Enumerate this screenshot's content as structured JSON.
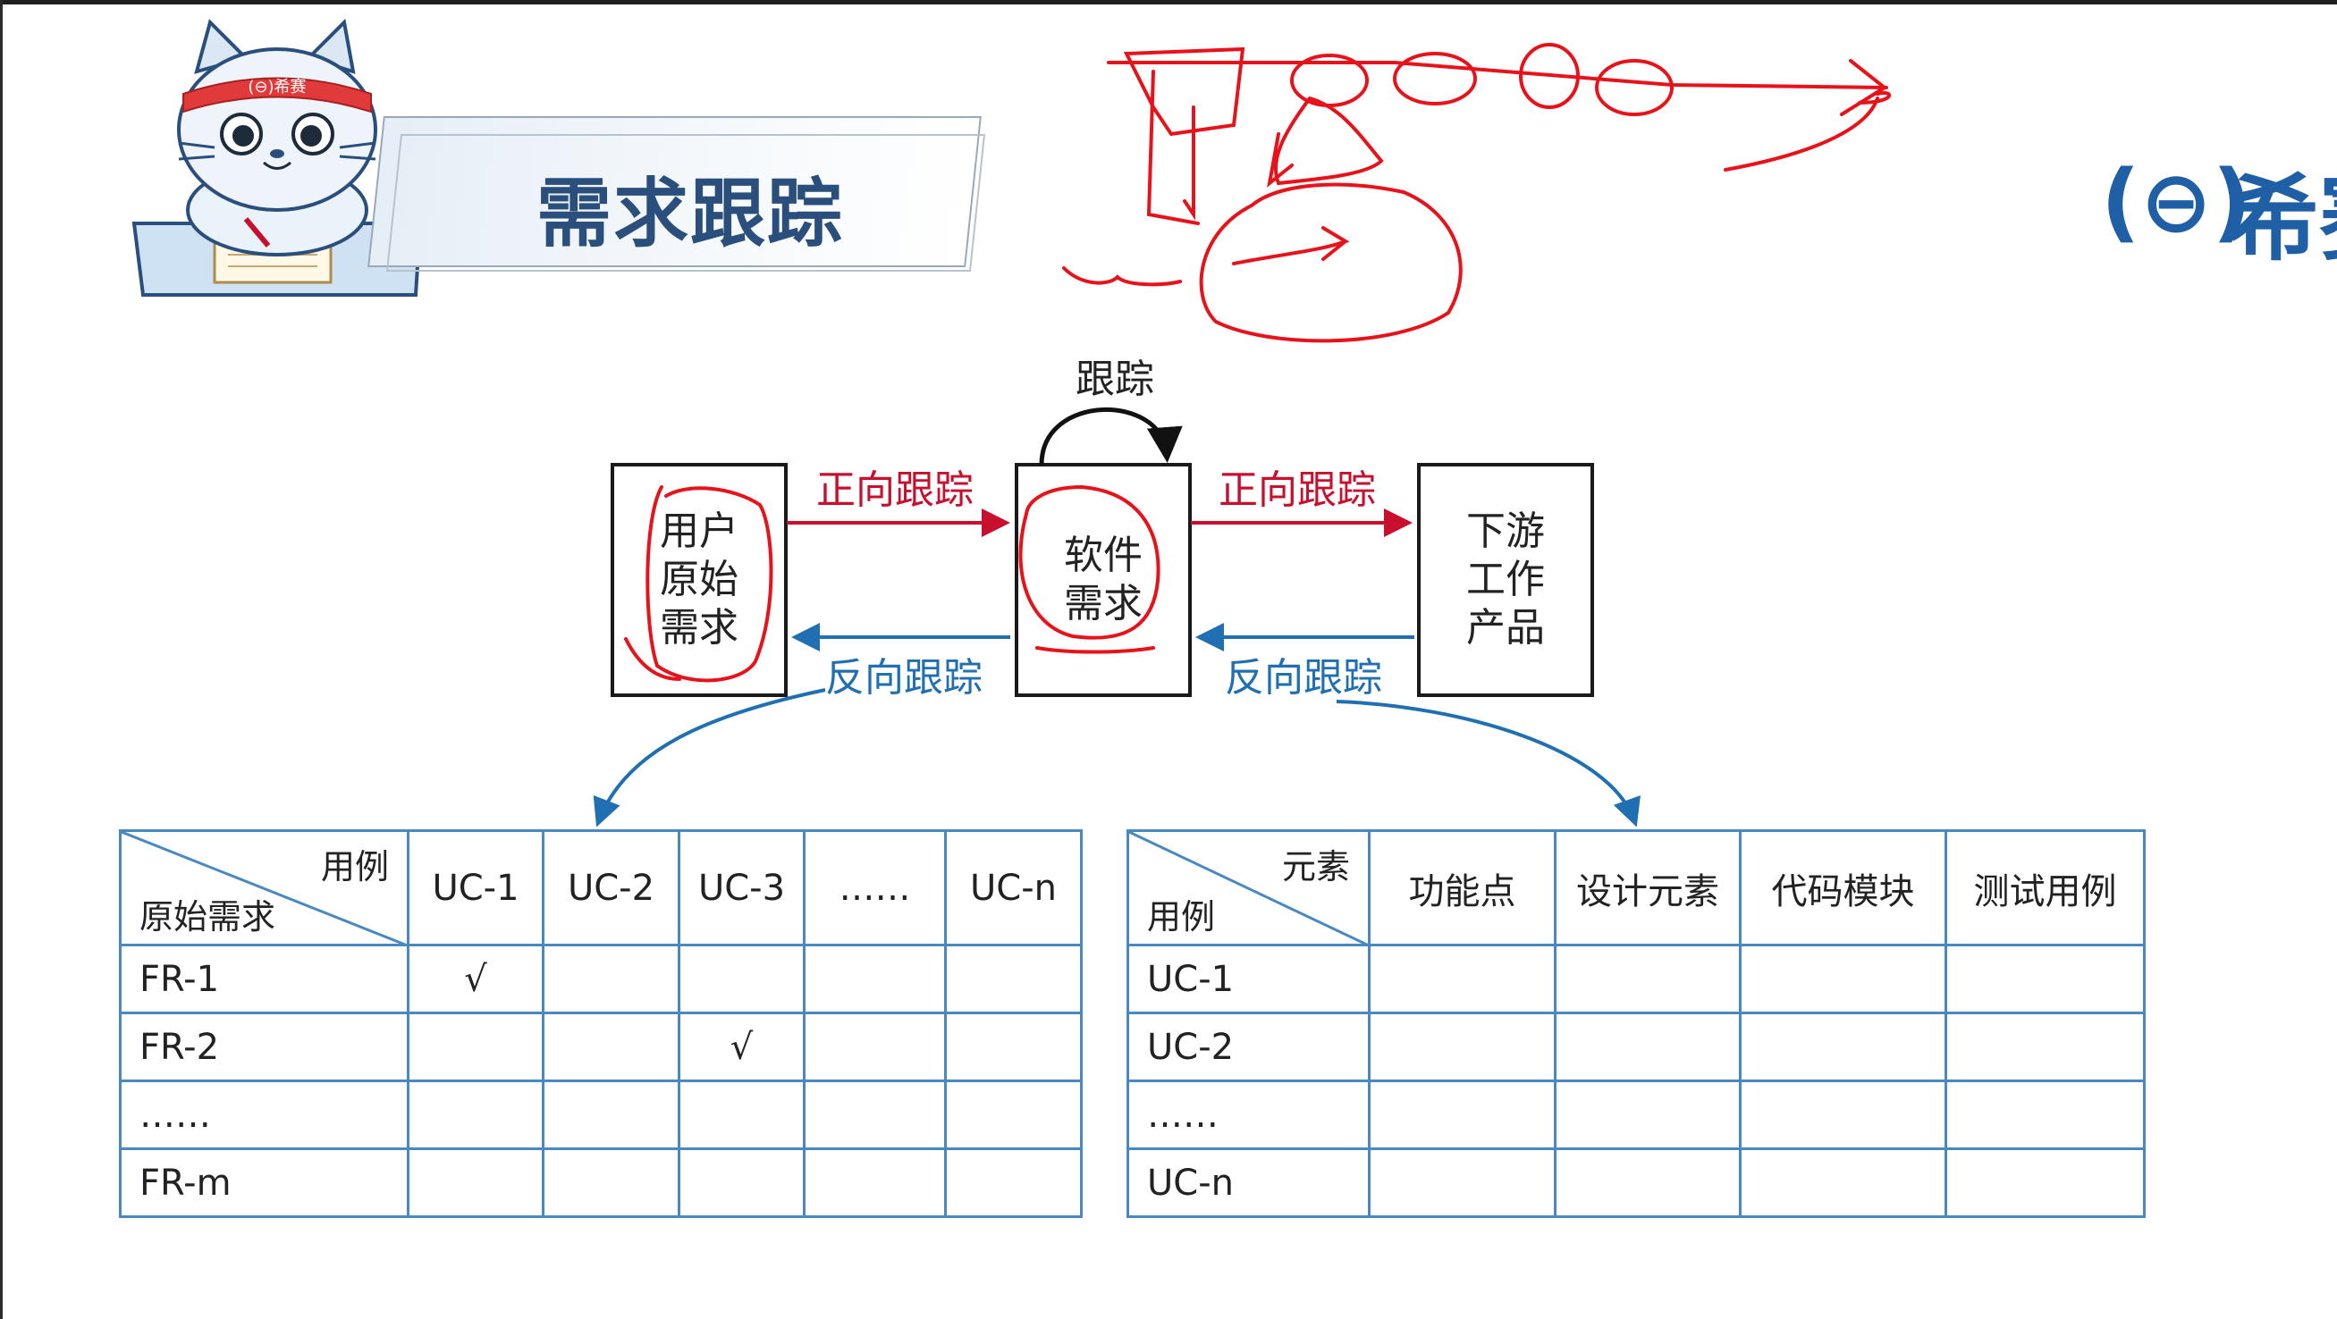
{
  "title": "需求跟踪",
  "logo": {
    "mark": "(⊖)",
    "text": "希赛"
  },
  "mascot": {
    "headband_text": "(⊖)希赛"
  },
  "diagram": {
    "loop_label": "跟踪",
    "boxes": {
      "user_requirements": "用户\n原始\n需求",
      "software_requirements": "软件\n需求",
      "downstream_products": "下游\n工作\n产品"
    },
    "forward_left": "正向跟踪",
    "forward_right": "正向跟踪",
    "backward_left": "反向跟踪",
    "backward_right": "反向跟踪"
  },
  "table_left": {
    "corner_top": "用例",
    "corner_bottom": "原始需求",
    "columns": [
      "UC-1",
      "UC-2",
      "UC-3",
      "……",
      "UC-n"
    ],
    "rows": [
      {
        "label": "FR-1",
        "cells": [
          "√",
          "",
          "",
          "",
          ""
        ]
      },
      {
        "label": "FR-2",
        "cells": [
          "",
          "",
          "√",
          "",
          ""
        ]
      },
      {
        "label": "……",
        "cells": [
          "",
          "",
          "",
          "",
          ""
        ]
      },
      {
        "label": "FR-m",
        "cells": [
          "",
          "",
          "",
          "",
          ""
        ]
      }
    ]
  },
  "table_right": {
    "corner_top": "元素",
    "corner_bottom": "用例",
    "columns": [
      "功能点",
      "设计元素",
      "代码模块",
      "测试用例"
    ],
    "rows": [
      {
        "label": "UC-1",
        "cells": [
          "",
          "",
          "",
          ""
        ]
      },
      {
        "label": "UC-2",
        "cells": [
          "",
          "",
          "",
          ""
        ]
      },
      {
        "label": "……",
        "cells": [
          "",
          "",
          "",
          ""
        ]
      },
      {
        "label": "UC-n",
        "cells": [
          "",
          "",
          "",
          ""
        ]
      }
    ]
  },
  "colors": {
    "forward": "#c8102e",
    "backward": "#1f6fb2",
    "table_border": "#4a88c2",
    "annotation": "#e8121a",
    "title": "#2a4f7c"
  }
}
